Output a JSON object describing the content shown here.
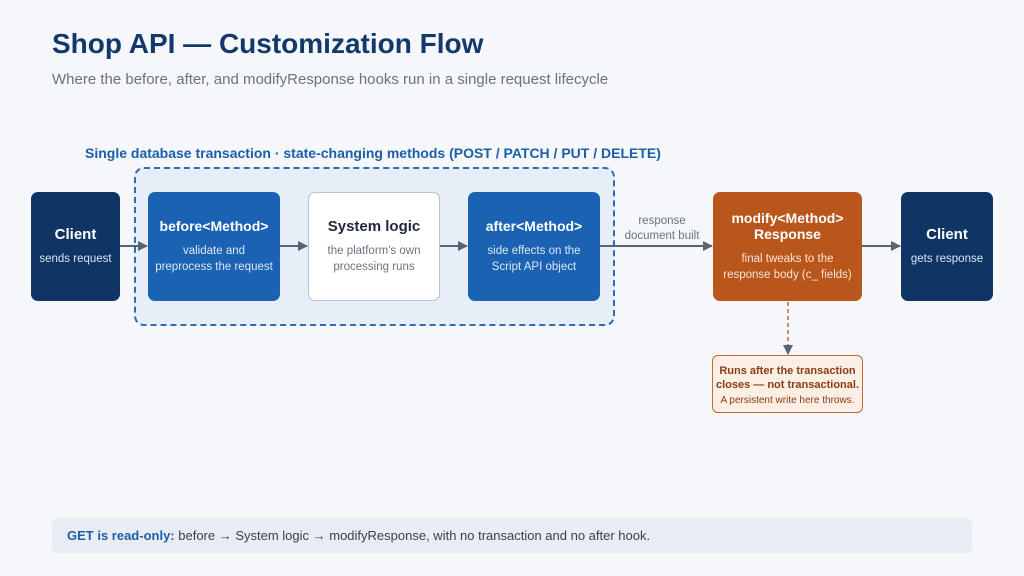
{
  "title": "Shop API — Customization Flow",
  "subtitle": "Where the before, after, and modifyResponse hooks run in a single request lifecycle",
  "transaction_label": "Single database transaction · state-changing methods (POST / PATCH / PUT / DELETE)",
  "nodes": {
    "client_in": {
      "heading": "Client",
      "sub": "sends request"
    },
    "before": {
      "heading": "before<Method>",
      "sub_line1": "validate and",
      "sub_line2": "preprocess the request"
    },
    "system_logic": {
      "heading": "System logic",
      "sub_line1": "the platform's own",
      "sub_line2": "processing runs"
    },
    "after": {
      "heading": "after<Method>",
      "sub_line1": "side effects on the",
      "sub_line2": "Script API object"
    },
    "modify": {
      "heading_line1": "modify<Method>",
      "heading_line2": "Response",
      "sub_line1": "final tweaks to the",
      "sub_line2": "response body (c_ fields)"
    },
    "client_out": {
      "heading": "Client",
      "sub": "gets response"
    }
  },
  "edge_label": {
    "line1": "response",
    "line2": "document built"
  },
  "note": {
    "line1": "Runs after the transaction",
    "line2": "closes — not transactional.",
    "line3": "A persistent write here throws."
  },
  "footer": {
    "lead": "GET is read-only:",
    "text": " before → System logic → modifyResponse, with no transaction and no after hook."
  },
  "colors": {
    "navy": "#0e3564",
    "blue": "#1b63b2",
    "orange": "#b8561c",
    "arrow": "#5a6472",
    "accent_text": "#1a5fa8"
  }
}
